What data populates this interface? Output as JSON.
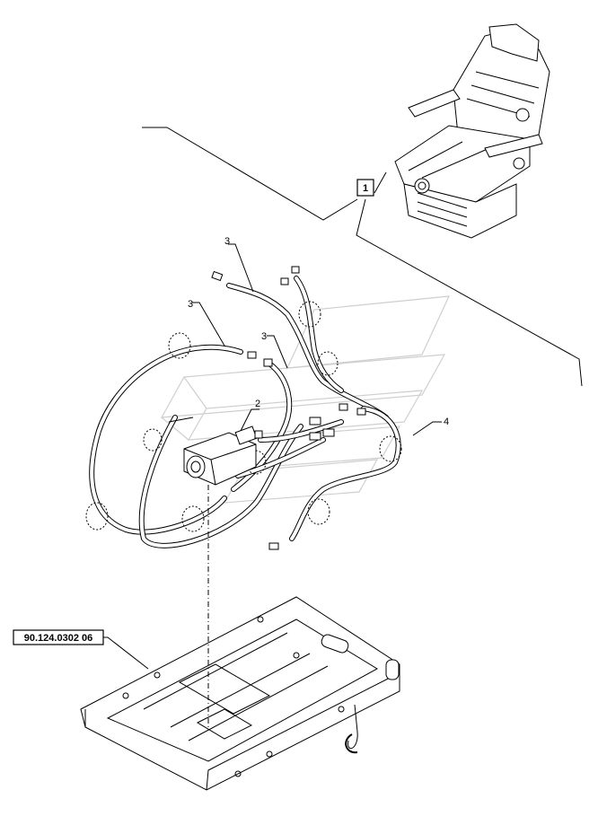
{
  "callouts": {
    "item_1": "1",
    "item_2": "2",
    "item_3a": "3",
    "item_3b": "3",
    "item_3c": "3",
    "item_4": "4"
  },
  "reference": {
    "code": "90.124.0302 06"
  },
  "icons": {
    "seat": "operator-seat-icon",
    "actuator": "actuator-icon",
    "frame": "seat-base-frame-icon",
    "watermark": "logo-watermark"
  }
}
